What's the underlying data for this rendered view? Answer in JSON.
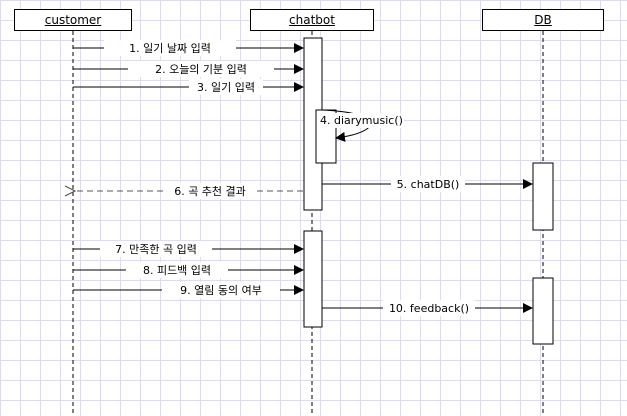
{
  "participants": {
    "customer": "customer",
    "chatbot": "chatbot",
    "db": "DB"
  },
  "messages": [
    {
      "label": "1. 일기 날짜 입력",
      "type": "sync"
    },
    {
      "label": "2. 오늘의 기분 입력",
      "type": "sync"
    },
    {
      "label": "3. 일기 입력",
      "type": "sync"
    },
    {
      "label": "4. diarymusic()",
      "type": "self"
    },
    {
      "label": "5. chatDB()",
      "type": "sync"
    },
    {
      "label": "6. 곡 추천 결과",
      "type": "return"
    },
    {
      "label": "7. 만족한 곡 입력",
      "type": "sync"
    },
    {
      "label": "8. 피드백 입력",
      "type": "sync"
    },
    {
      "label": "9. 열림 동의 여부",
      "type": "sync"
    },
    {
      "label": "10. feedback()",
      "type": "sync"
    }
  ]
}
